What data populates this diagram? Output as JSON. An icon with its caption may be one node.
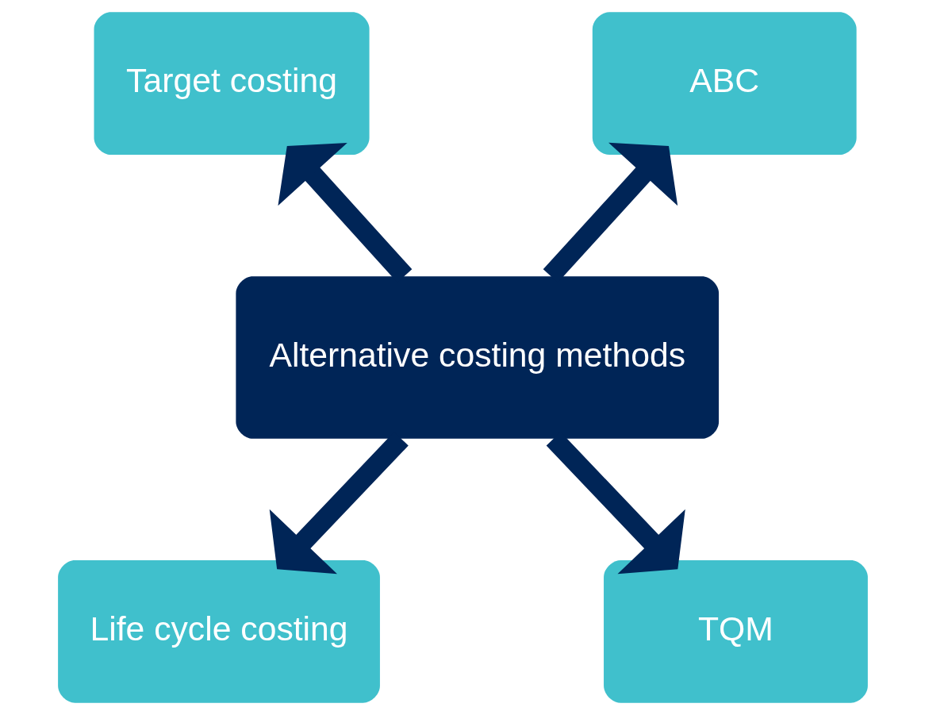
{
  "diagram": {
    "nodes": [
      {
        "text": [
          "Alternative costing methods"
        ]
      },
      {
        "text": [
          "Target costing"
        ]
      },
      {
        "text": [
          "ABC"
        ]
      },
      {
        "text": [
          "Life cycle costing"
        ]
      },
      {
        "text": [
          "TQM"
        ]
      }
    ],
    "edges": [
      {
        "from": 0,
        "to": 1,
        "arrow": "to"
      },
      {
        "from": 0,
        "to": 2,
        "arrow": "to"
      },
      {
        "from": 0,
        "to": 3,
        "arrow": "to"
      },
      {
        "from": 0,
        "to": 4,
        "arrow": "to"
      }
    ]
  }
}
